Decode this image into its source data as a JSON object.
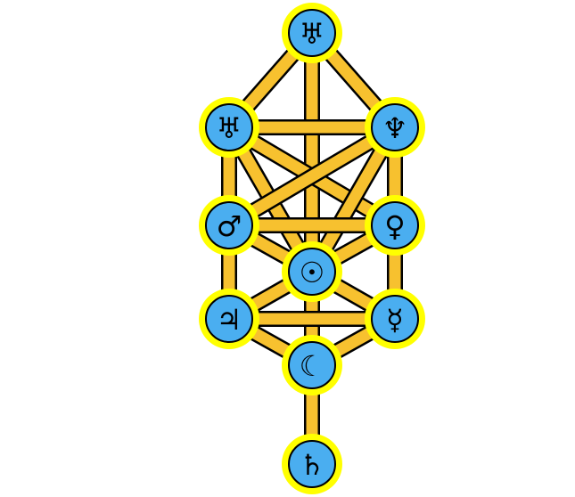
{
  "diagram": {
    "colors": {
      "background": "#ffffff",
      "path_fill": "#f7c12f",
      "path_outline": "#000000",
      "node_ring": "#ffff00",
      "node_fill": "#4aaef0",
      "node_outline": "#000000",
      "glyph": "#000000"
    },
    "nodes": [
      {
        "id": "uranus-top",
        "icon": "uranus-symbol-icon",
        "symbol": "♅"
      },
      {
        "id": "uranus-left",
        "icon": "uranus-symbol-icon",
        "symbol": "♅"
      },
      {
        "id": "neptune",
        "icon": "neptune-symbol-icon",
        "symbol": "♆"
      },
      {
        "id": "mars",
        "icon": "mars-symbol-icon",
        "symbol": "♂"
      },
      {
        "id": "venus",
        "icon": "venus-symbol-icon",
        "symbol": "♀"
      },
      {
        "id": "sun",
        "icon": "sun-symbol-icon",
        "symbol": "☉"
      },
      {
        "id": "jupiter",
        "icon": "jupiter-symbol-icon",
        "symbol": "♃"
      },
      {
        "id": "mercury",
        "icon": "mercury-symbol-icon",
        "symbol": "☿"
      },
      {
        "id": "moon",
        "icon": "moon-symbol-icon",
        "symbol": "☾"
      },
      {
        "id": "saturn",
        "icon": "saturn-symbol-icon",
        "symbol": "♄"
      }
    ],
    "paths": [
      [
        "uranus-top",
        "uranus-left"
      ],
      [
        "uranus-top",
        "neptune"
      ],
      [
        "uranus-top",
        "sun"
      ],
      [
        "uranus-left",
        "neptune"
      ],
      [
        "uranus-left",
        "mars"
      ],
      [
        "uranus-left",
        "venus"
      ],
      [
        "uranus-left",
        "sun"
      ],
      [
        "neptune",
        "venus"
      ],
      [
        "neptune",
        "mars"
      ],
      [
        "neptune",
        "sun"
      ],
      [
        "mars",
        "venus"
      ],
      [
        "mars",
        "sun"
      ],
      [
        "mars",
        "jupiter"
      ],
      [
        "venus",
        "sun"
      ],
      [
        "venus",
        "mercury"
      ],
      [
        "sun",
        "jupiter"
      ],
      [
        "sun",
        "mercury"
      ],
      [
        "sun",
        "moon"
      ],
      [
        "jupiter",
        "mercury"
      ],
      [
        "jupiter",
        "moon"
      ],
      [
        "mercury",
        "moon"
      ],
      [
        "moon",
        "saturn"
      ]
    ]
  }
}
